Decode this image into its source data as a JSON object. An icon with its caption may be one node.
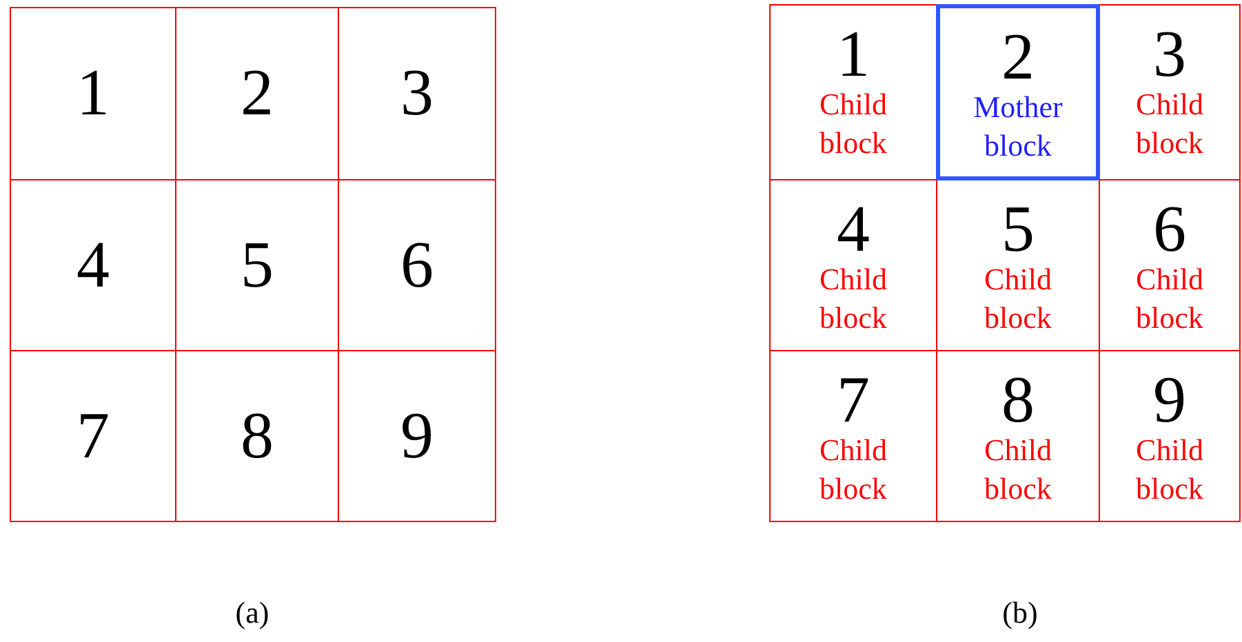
{
  "diagram": {
    "nodes": [
      {
        "text": [
          "1"
        ]
      },
      {
        "text": [
          "2"
        ]
      },
      {
        "text": [
          "3"
        ]
      },
      {
        "text": [
          "4"
        ]
      },
      {
        "text": [
          "5"
        ]
      },
      {
        "text": [
          "6"
        ]
      },
      {
        "text": [
          "7"
        ]
      },
      {
        "text": [
          "8"
        ]
      },
      {
        "text": [
          "9"
        ]
      },
      {
        "text": [
          "1",
          "Child block"
        ]
      },
      {
        "text": [
          "2",
          "Mother block"
        ]
      },
      {
        "text": [
          "3",
          "Child block"
        ]
      },
      {
        "text": [
          "4",
          "Child block"
        ]
      },
      {
        "text": [
          "5",
          "Child block"
        ]
      },
      {
        "text": [
          "6",
          "Child block"
        ]
      },
      {
        "text": [
          "7",
          "Child block"
        ]
      },
      {
        "text": [
          "8",
          "Child block"
        ]
      },
      {
        "text": [
          "9",
          "Child block"
        ]
      }
    ],
    "labels": [
      "(a)",
      "(b)"
    ]
  }
}
